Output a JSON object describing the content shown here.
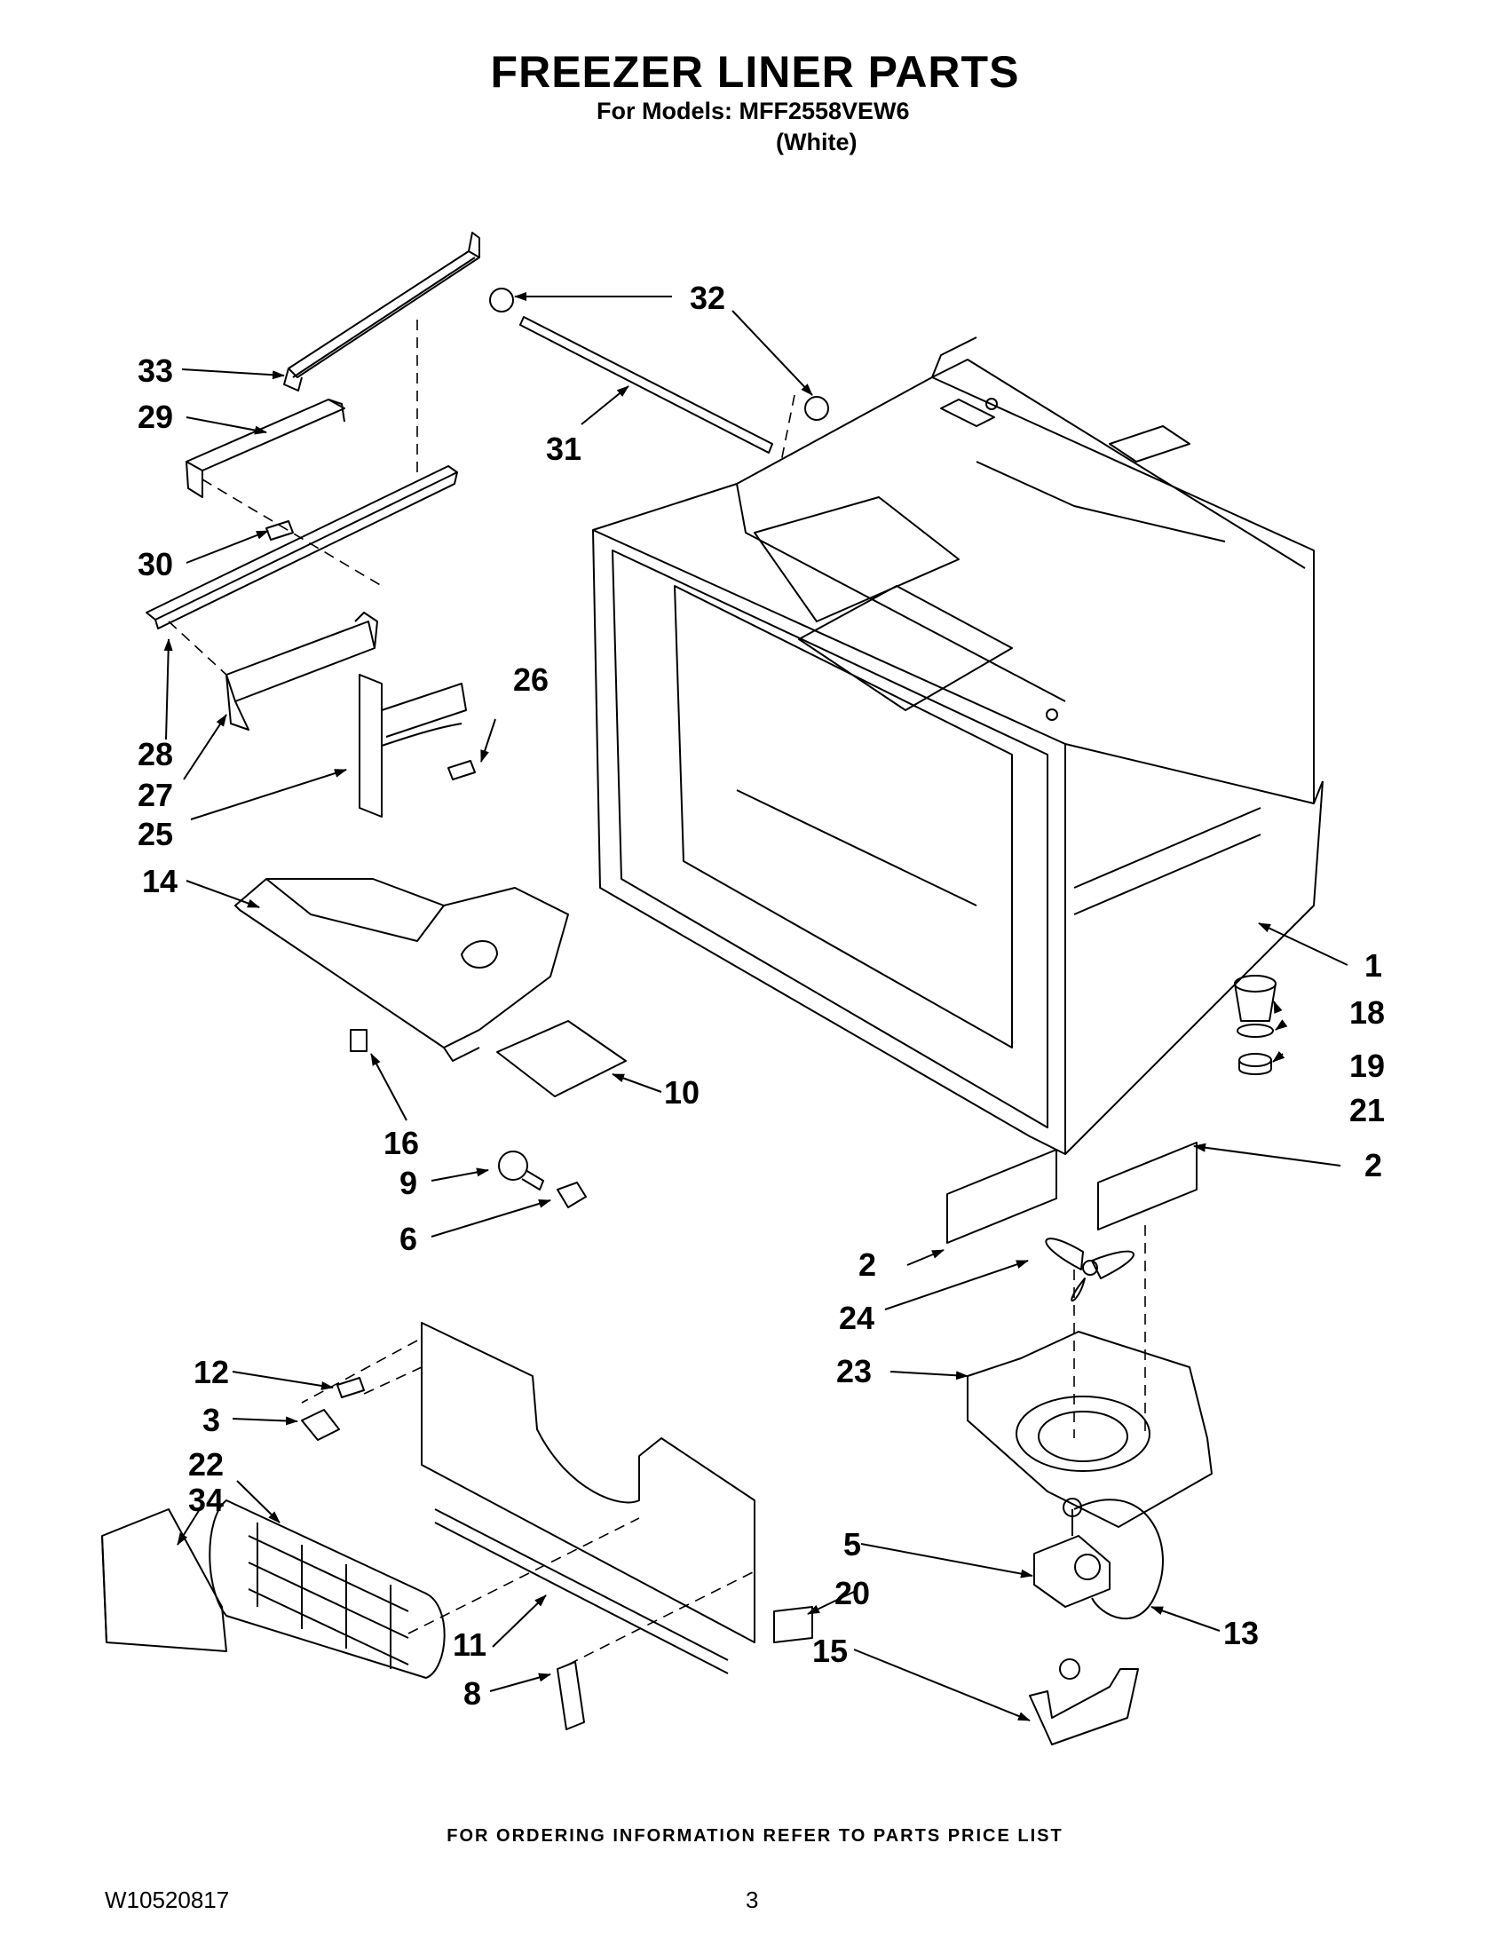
{
  "header": {
    "title": "FREEZER LINER PARTS",
    "models": "For Models: MFF2558VEW6",
    "color": "(White)"
  },
  "footer": {
    "ordering_info": "FOR ORDERING INFORMATION REFER TO PARTS PRICE LIST",
    "document_number": "W10520817",
    "page_number": "3"
  },
  "callouts": {
    "c1": "1",
    "c2a": "2",
    "c2b": "2",
    "c3": "3",
    "c5": "5",
    "c6": "6",
    "c8": "8",
    "c9": "9",
    "c10": "10",
    "c11": "11",
    "c12": "12",
    "c13": "13",
    "c14": "14",
    "c15": "15",
    "c16": "16",
    "c18": "18",
    "c19": "19",
    "c20": "20",
    "c21": "21",
    "c22": "22",
    "c23": "23",
    "c24": "24",
    "c25": "25",
    "c26": "26",
    "c27": "27",
    "c28": "28",
    "c29": "29",
    "c30": "30",
    "c31": "31",
    "c32": "32",
    "c33": "33",
    "c34": "34"
  }
}
